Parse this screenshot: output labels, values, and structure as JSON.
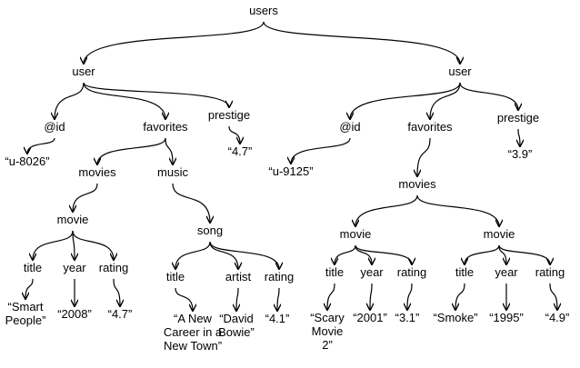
{
  "diagram": {
    "nodes": [
      {
        "id": "root",
        "label": [
          "users"
        ]
      },
      {
        "id": "u1",
        "label": [
          "user"
        ]
      },
      {
        "id": "u1_id",
        "label": [
          "@id"
        ]
      },
      {
        "id": "u1_id_v",
        "label": [
          "“u-8026”"
        ]
      },
      {
        "id": "u1_fav",
        "label": [
          "favorites"
        ]
      },
      {
        "id": "u1_prest",
        "label": [
          "prestige"
        ]
      },
      {
        "id": "u1_prest_v",
        "label": [
          "“4.7”"
        ]
      },
      {
        "id": "u1_movies",
        "label": [
          "movies"
        ]
      },
      {
        "id": "u1_music",
        "label": [
          "music"
        ]
      },
      {
        "id": "u1_movie",
        "label": [
          "movie"
        ]
      },
      {
        "id": "u1_m_title",
        "label": [
          "title"
        ]
      },
      {
        "id": "u1_m_year",
        "label": [
          "year"
        ]
      },
      {
        "id": "u1_m_rating",
        "label": [
          "rating"
        ]
      },
      {
        "id": "u1_m_title_v",
        "label": [
          "“Smart",
          "People”"
        ]
      },
      {
        "id": "u1_m_year_v",
        "label": [
          "“2008”"
        ]
      },
      {
        "id": "u1_m_rating_v",
        "label": [
          "“4.7”"
        ]
      },
      {
        "id": "u1_song",
        "label": [
          "song"
        ]
      },
      {
        "id": "u1_s_title",
        "label": [
          "title"
        ]
      },
      {
        "id": "u1_s_artist",
        "label": [
          "artist"
        ]
      },
      {
        "id": "u1_s_rating",
        "label": [
          "rating"
        ]
      },
      {
        "id": "u1_s_title_v",
        "label": [
          "“A New",
          "Career in a",
          "New Town”"
        ]
      },
      {
        "id": "u1_s_artist_v",
        "label": [
          "“David",
          "Bowie”"
        ]
      },
      {
        "id": "u1_s_rating_v",
        "label": [
          "“4.1”"
        ]
      },
      {
        "id": "u2",
        "label": [
          "user"
        ]
      },
      {
        "id": "u2_id",
        "label": [
          "@id"
        ]
      },
      {
        "id": "u2_id_v",
        "label": [
          "“u-9125”"
        ]
      },
      {
        "id": "u2_fav",
        "label": [
          "favorites"
        ]
      },
      {
        "id": "u2_prest",
        "label": [
          "prestige"
        ]
      },
      {
        "id": "u2_prest_v",
        "label": [
          "“3.9”"
        ]
      },
      {
        "id": "u2_movies",
        "label": [
          "movies"
        ]
      },
      {
        "id": "u2_movie_a",
        "label": [
          "movie"
        ]
      },
      {
        "id": "u2_ma_title",
        "label": [
          "title"
        ]
      },
      {
        "id": "u2_ma_year",
        "label": [
          "year"
        ]
      },
      {
        "id": "u2_ma_rating",
        "label": [
          "rating"
        ]
      },
      {
        "id": "u2_ma_title_v",
        "label": [
          "“Scary",
          "Movie",
          "2”"
        ]
      },
      {
        "id": "u2_ma_year_v",
        "label": [
          "“2001”"
        ]
      },
      {
        "id": "u2_ma_rating_v",
        "label": [
          "“3.1”"
        ]
      },
      {
        "id": "u2_movie_b",
        "label": [
          "movie"
        ]
      },
      {
        "id": "u2_mb_title",
        "label": [
          "title"
        ]
      },
      {
        "id": "u2_mb_year",
        "label": [
          "year"
        ]
      },
      {
        "id": "u2_mb_rating",
        "label": [
          "rating"
        ]
      },
      {
        "id": "u2_mb_title_v",
        "label": [
          "“Smoke”"
        ]
      },
      {
        "id": "u2_mb_year_v",
        "label": [
          "“1995”"
        ]
      },
      {
        "id": "u2_mb_rating_v",
        "label": [
          "“4.9”"
        ]
      }
    ],
    "edges": [
      [
        "root",
        "u1"
      ],
      [
        "root",
        "u2"
      ],
      [
        "u1",
        "u1_id"
      ],
      [
        "u1",
        "u1_fav"
      ],
      [
        "u1",
        "u1_prest"
      ],
      [
        "u1_id",
        "u1_id_v"
      ],
      [
        "u1_prest",
        "u1_prest_v"
      ],
      [
        "u1_fav",
        "u1_movies"
      ],
      [
        "u1_fav",
        "u1_music"
      ],
      [
        "u1_movies",
        "u1_movie"
      ],
      [
        "u1_movie",
        "u1_m_title"
      ],
      [
        "u1_movie",
        "u1_m_year"
      ],
      [
        "u1_movie",
        "u1_m_rating"
      ],
      [
        "u1_m_title",
        "u1_m_title_v"
      ],
      [
        "u1_m_year",
        "u1_m_year_v"
      ],
      [
        "u1_m_rating",
        "u1_m_rating_v"
      ],
      [
        "u1_music",
        "u1_song"
      ],
      [
        "u1_song",
        "u1_s_title"
      ],
      [
        "u1_song",
        "u1_s_artist"
      ],
      [
        "u1_song",
        "u1_s_rating"
      ],
      [
        "u1_s_title",
        "u1_s_title_v"
      ],
      [
        "u1_s_artist",
        "u1_s_artist_v"
      ],
      [
        "u1_s_rating",
        "u1_s_rating_v"
      ],
      [
        "u2",
        "u2_id"
      ],
      [
        "u2",
        "u2_fav"
      ],
      [
        "u2",
        "u2_prest"
      ],
      [
        "u2_id",
        "u2_id_v"
      ],
      [
        "u2_prest",
        "u2_prest_v"
      ],
      [
        "u2_fav",
        "u2_movies"
      ],
      [
        "u2_movies",
        "u2_movie_a"
      ],
      [
        "u2_movies",
        "u2_movie_b"
      ],
      [
        "u2_movie_a",
        "u2_ma_title"
      ],
      [
        "u2_movie_a",
        "u2_ma_year"
      ],
      [
        "u2_movie_a",
        "u2_ma_rating"
      ],
      [
        "u2_ma_title",
        "u2_ma_title_v"
      ],
      [
        "u2_ma_year",
        "u2_ma_year_v"
      ],
      [
        "u2_ma_rating",
        "u2_ma_rating_v"
      ],
      [
        "u2_movie_b",
        "u2_mb_title"
      ],
      [
        "u2_movie_b",
        "u2_mb_year"
      ],
      [
        "u2_movie_b",
        "u2_mb_rating"
      ],
      [
        "u2_mb_title",
        "u2_mb_title_v"
      ],
      [
        "u2_mb_year",
        "u2_mb_year_v"
      ],
      [
        "u2_mb_rating",
        "u2_mb_rating_v"
      ]
    ]
  }
}
